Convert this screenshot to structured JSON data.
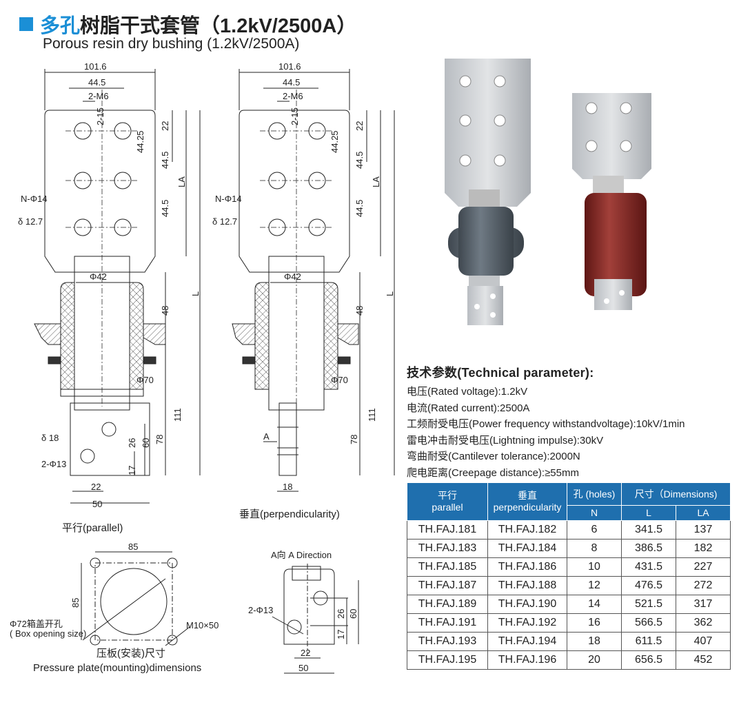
{
  "header": {
    "title_square_color": "#1b8fd6",
    "title_highlight": "多孔",
    "title_rest": "树脂干式套管（1.2kV/2500A）",
    "subtitle": "Porous resin dry bushing (1.2kV/2500A)"
  },
  "drawings": {
    "parallel": {
      "caption": "平行(parallel)",
      "dims": {
        "w_total": "101.6",
        "w_holes": "44.5",
        "thread": "2-M6",
        "thread_depth": "2-15",
        "top": "22",
        "pitch1": "44.25",
        "pitch2": "44.5",
        "pitch3": "44.5",
        "la": "LA",
        "l": "L",
        "hole": "N-Φ14",
        "thick": "δ 12.7",
        "conductor": "Φ42",
        "d48": "48",
        "d70": "Φ70",
        "d111": "111",
        "d78": "78",
        "d60": "60",
        "d26": "26",
        "d17": "17",
        "term_thick": "δ 18",
        "term_holes": "2-Φ13",
        "d22": "22",
        "d50": "50"
      }
    },
    "perpendicular": {
      "caption": "垂直(perpendicularity)",
      "dims": {
        "w_total": "101.6",
        "w_holes": "44.5",
        "thread": "2-M6",
        "thread_depth": "2-15",
        "top": "22",
        "pitch1": "44.25",
        "pitch2": "44.5",
        "pitch3": "44.5",
        "la": "LA",
        "l": "L",
        "hole": "N-Φ14",
        "thick": "δ 12.7",
        "conductor": "Φ42",
        "d48": "48",
        "d70": "Φ70",
        "d111": "111",
        "d78": "78",
        "arrow_a": "A",
        "d18": "18"
      }
    },
    "plate": {
      "caption_cn": "压板(安装)尺寸",
      "caption_en": "Pressure plate(mounting)dimensions",
      "w": "85",
      "h": "85",
      "opening_cn": "Φ72箱盖开孔",
      "opening_en": "( Box opening size)",
      "bolt": "M10×50"
    },
    "a_direction": {
      "title": "A向  A Direction",
      "holes": "2-Φ13",
      "d26": "26",
      "d60": "60",
      "d17": "17",
      "d22": "22",
      "d50": "50"
    }
  },
  "photos": {
    "gray_color": "#5f6a74",
    "red_color": "#8c2b28"
  },
  "tech": {
    "heading": "技术参数(Technical parameter):",
    "lines": [
      "电压(Rated voltage):1.2kV",
      "电流(Rated current):2500A",
      "工频耐受电压(Power frequency withstandvoltage):10kV/1min",
      "雷电冲击耐受电压(Lightning impulse):30kV",
      "弯曲耐受(Cantilever tolerance):2000N",
      "爬电距离(Creepage distance):≥55mm"
    ]
  },
  "table": {
    "header": {
      "parallel_cn": "平行",
      "parallel_en": "parallel",
      "perp_cn": "垂直",
      "perp_en": "perpendicularity",
      "holes": "孔 (holes)",
      "dims": "尺寸（Dimensions)",
      "n": "N",
      "l": "L",
      "la": "LA"
    },
    "rows": [
      [
        "TH.FAJ.181",
        "TH.FAJ.182",
        "6",
        "341.5",
        "137"
      ],
      [
        "TH.FAJ.183",
        "TH.FAJ.184",
        "8",
        "386.5",
        "182"
      ],
      [
        "TH.FAJ.185",
        "TH.FAJ.186",
        "10",
        "431.5",
        "227"
      ],
      [
        "TH.FAJ.187",
        "TH.FAJ.188",
        "12",
        "476.5",
        "272"
      ],
      [
        "TH.FAJ.189",
        "TH.FAJ.190",
        "14",
        "521.5",
        "317"
      ],
      [
        "TH.FAJ.191",
        "TH.FAJ.192",
        "16",
        "566.5",
        "362"
      ],
      [
        "TH.FAJ.193",
        "TH.FAJ.194",
        "18",
        "611.5",
        "407"
      ],
      [
        "TH.FAJ.195",
        "TH.FAJ.196",
        "20",
        "656.5",
        "452"
      ]
    ]
  }
}
